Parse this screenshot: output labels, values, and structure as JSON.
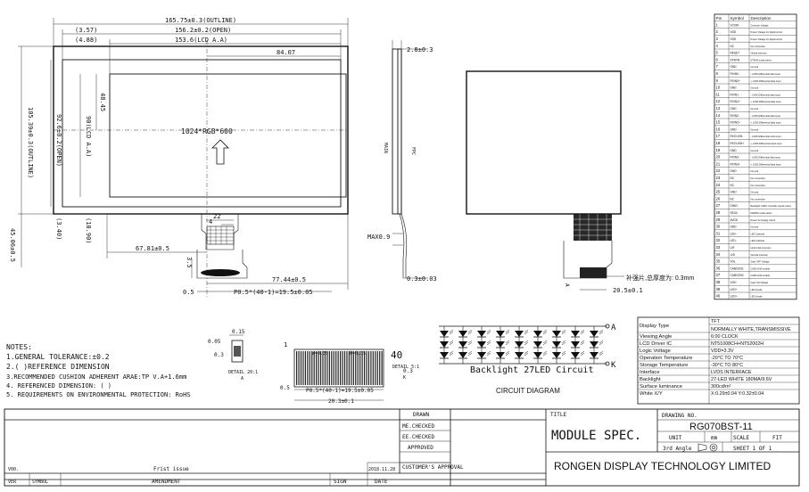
{
  "drawing": {
    "front_view": {
      "dim_outline": "165.75±0.3(OUTLINE)",
      "dim_open": "156.2±0.2(OPEN)",
      "dim_lcd_aa": "153.6(LCD A.A)",
      "dim_8407": "84.07",
      "dim_357": "(3.57)",
      "dim_488": "(4.88)",
      "dim_v_outline": "105.39±0.3(OUTLINE)",
      "dim_v_open": "92.6±0.2(OPEN)",
      "dim_v_aa": "90(LCD A.A)",
      "dim_4845": "48.45",
      "dim_340": "(3.40)",
      "dim_1090": "(10.90)",
      "dim_4506": "45.06±0.5",
      "resolution": "1024*RGB*600",
      "dim_6781": "67.81±0.5",
      "dim_7744": "77.44±0.5",
      "dim_22": "22",
      "dim_4": "4",
      "dim_35": "3.5",
      "dim_05": "0.5",
      "dim_pitch": "P0.5*(40-1)=19.5±0.05"
    },
    "side_view": {
      "dim_28": "2.8±0.3",
      "dim_max09": "MAX0.9",
      "dim_03": "0.3±0.03",
      "label_top": "MAIN",
      "label_mid": "FPC"
    },
    "back_view": {
      "note": "补强片,总厚度为: 0.3mm",
      "dim_205": "20.5±0.1"
    },
    "pin_table": {
      "headers": [
        "Pin",
        "Symbol",
        "Description"
      ],
      "rows": [
        [
          "1",
          "VCOM",
          "Common Voltage"
        ],
        [
          "2",
          "VDD",
          "Power Voltage for digital circuit"
        ],
        [
          "3",
          "VDD",
          "Power Voltage for digital circuit"
        ],
        [
          "4",
          "NC",
          "No connection"
        ],
        [
          "5",
          "RESET",
          "Global reset pin"
        ],
        [
          "6",
          "STBYB",
          "STBYB mode select"
        ],
        [
          "7",
          "GND",
          "Ground"
        ],
        [
          "8",
          "RXIN0-",
          "- LVDS Differential data input"
        ],
        [
          "9",
          "RXIN0+",
          "+ LVDS Differential data input"
        ],
        [
          "10",
          "GND",
          "Ground"
        ],
        [
          "11",
          "RXIN1-",
          "- LVDS Differential data input"
        ],
        [
          "12",
          "RXIN1+",
          "+ LVDS Differential data input"
        ],
        [
          "13",
          "GND",
          "Ground"
        ],
        [
          "14",
          "RXIN2-",
          "- LVDS Differential data input"
        ],
        [
          "15",
          "RXIN2+",
          "+ LVDS Differential data input"
        ],
        [
          "16",
          "GND",
          "Ground"
        ],
        [
          "17",
          "RXCLKIN-",
          "- LVDS Differential clock input"
        ],
        [
          "18",
          "RXCLKIN+",
          "+ LVDS Differential clock input"
        ],
        [
          "19",
          "GND",
          "Ground"
        ],
        [
          "20",
          "RXIN3-",
          "- LVDS Differential data input"
        ],
        [
          "21",
          "RXIN3+",
          "+ LVDS Differential data input"
        ],
        [
          "22",
          "GND",
          "Ground"
        ],
        [
          "23",
          "NC",
          "No connection"
        ],
        [
          "24",
          "NC",
          "No connection"
        ],
        [
          "25",
          "GND",
          "Ground"
        ],
        [
          "26",
          "NC",
          "No connection"
        ],
        [
          "27",
          "DIMO",
          "Backlight CABC controller signal output"
        ],
        [
          "28",
          "SELB",
          "6bit/8bit mode select"
        ],
        [
          "29",
          "AVDD",
          "Power for Analog Circuit"
        ],
        [
          "30",
          "GND",
          "Ground"
        ],
        [
          "31",
          "LED-",
          "LED Cathode"
        ],
        [
          "32",
          "LED-",
          "LED Cathode"
        ],
        [
          "33",
          "L/R",
          "Horizontal inversion"
        ],
        [
          "34",
          "U/D",
          "Vertical inversion"
        ],
        [
          "35",
          "VGL",
          "Gate OFF Voltage"
        ],
        [
          "36",
          "CABCEN1",
          "CABC H/W enable"
        ],
        [
          "37",
          "CABCEN0",
          "CABC H/W enable"
        ],
        [
          "38",
          "VGH",
          "Gate ON Voltage"
        ],
        [
          "39",
          "LED+",
          "LED Anode"
        ],
        [
          "40",
          "LED+",
          "LED Anode"
        ]
      ]
    },
    "spec_table": {
      "rows": [
        [
          "Display Type",
          "TFT"
        ],
        [
          "",
          "NORMALLY WHITE,TRANSMISSIVE"
        ],
        [
          "Viewing Angle",
          "6:00 CLOCK"
        ],
        [
          "LCD Driver IC",
          "NT51008CH+NT52002H"
        ],
        [
          "Logic Voltage",
          "VDD=3.3V"
        ],
        [
          "Operation Temperature",
          "-20°C TO 70°C"
        ],
        [
          "Storage Temperature",
          "-30°C TO 80°C"
        ],
        [
          "Interface",
          "LVDS INTERFACE"
        ],
        [
          "Backlight",
          "27-LED WHITE 180MA/9.6V"
        ],
        [
          "Surface luminance",
          "300cd/m²"
        ],
        [
          "White X/Y",
          "X:0.29±0.04   Y:0.32±0.04"
        ]
      ]
    },
    "notes": {
      "title": "NOTES:",
      "items": [
        "1.GENERAL TOLERANCE:±0.2",
        "2.( )REFERENCE DIMENSION",
        "3.RECOMMENDED CUSHION ADHERENT ARAE:TP V.A+1.6mm",
        "4. REFERENCED DIMENSION: ( )",
        "5. REQUIREMENTS ON ENVIRONMENTAL PROTECTION: RoHS"
      ]
    },
    "detail_a": {
      "dim_005": "0.05",
      "dim_015": "0.15",
      "dim_03": "0.3",
      "label": "DETAIL 20:1",
      "sub": "A"
    },
    "detail_k": {
      "pin1": "1",
      "pin40": "40",
      "dim_035": "W=0.35",
      "dim_015": "W=0.15",
      "dim_05": "0.5",
      "dim_pitch": "P0.5*(40-1)=19.5±0.05",
      "dim_203": "20.3±0.1",
      "dim_03": "0.3",
      "label": "DETAIL 5:1",
      "sub": "K"
    },
    "circuit": {
      "anode": "A",
      "cathode": "K",
      "title": "Backlight 27LED Circuit",
      "caption": "CIRCUIT DIAGRAM"
    },
    "title_block": {
      "drawn": "DRAWN",
      "me_checked": "ME.CHECKED",
      "ee_checked": "EE.CHECKED",
      "approved": "APPROVED",
      "customers_approval": "CUSTOMER'S APPROVAL",
      "title_label": "TITLE",
      "title": "MODULE SPEC.",
      "drawing_no_label": "DRAWING NO.",
      "drawing_no": "RG070BST-11",
      "unit_label": "UNIT",
      "unit": "mm",
      "scale_label": "SCALE",
      "scale": "FIT",
      "angle": "3rd Angle",
      "sheet": "SHEET 1 OF 1",
      "company": "RONGEN DISPLAY TECHNOLOGY LIMITED",
      "rev": "V00.",
      "rev_desc": "Frist issue",
      "rev_date": "2018.11.28",
      "col_ver": "VER",
      "col_symbol": "SYMBOL",
      "col_amendment": "AMENDMENT",
      "col_sign": "SIGN",
      "col_date": "DATE"
    }
  }
}
